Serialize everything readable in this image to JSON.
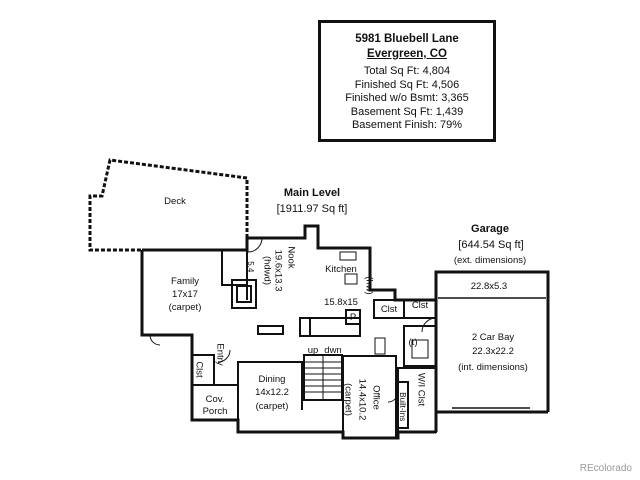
{
  "info": {
    "address": "5981 Bluebell Lane",
    "city": "Evergreen, CO",
    "stats": [
      "Total Sq Ft: 4,804",
      "Finished Sq Ft: 4,506",
      "Finished w/o Bsmt: 3,365",
      "Basement Sq Ft: 1,439",
      "Basement Finish: 79%"
    ]
  },
  "main_level": {
    "title": "Main Level",
    "area": "[1911.97 Sq ft]"
  },
  "garage": {
    "title": "Garage",
    "area": "[644.54 Sq ft]",
    "note": "(ext. dimensions)"
  },
  "rooms": {
    "deck": "Deck",
    "family": {
      "name": "Family",
      "dim": "17x17",
      "floor": "(carpet)"
    },
    "nook": {
      "name": "Nook",
      "dim": "19.6x13.3",
      "floor": "(hdwd)"
    },
    "small_dim": "5.4",
    "kitchen": {
      "name": "Kitchen",
      "floor": "(hw)",
      "dim": "15.8x15"
    },
    "pantry": "P",
    "closet_1": "Clst",
    "closet_2": "Clst",
    "garage_upper": "22.8x5.3",
    "car_bay": {
      "name": "2 Car Bay",
      "dim": "22.3x22.2",
      "note": "(int. dimensions)"
    },
    "toilet": "(t)",
    "entry": "Entry",
    "closet_entry": "Clst",
    "stairs_up": "up",
    "stairs_down": "dwn",
    "dining": {
      "name": "Dining",
      "dim": "14x12.2",
      "floor": "(carpet)"
    },
    "office": {
      "name": "Office",
      "dim": "14.4x10.2",
      "floor": "(carpet)"
    },
    "wi_closet": "W/I Clst",
    "built_ins": "Built-Ins",
    "cov_porch": {
      "name": "Cov.",
      "name2": "Porch"
    }
  },
  "watermark": "REcolorado"
}
